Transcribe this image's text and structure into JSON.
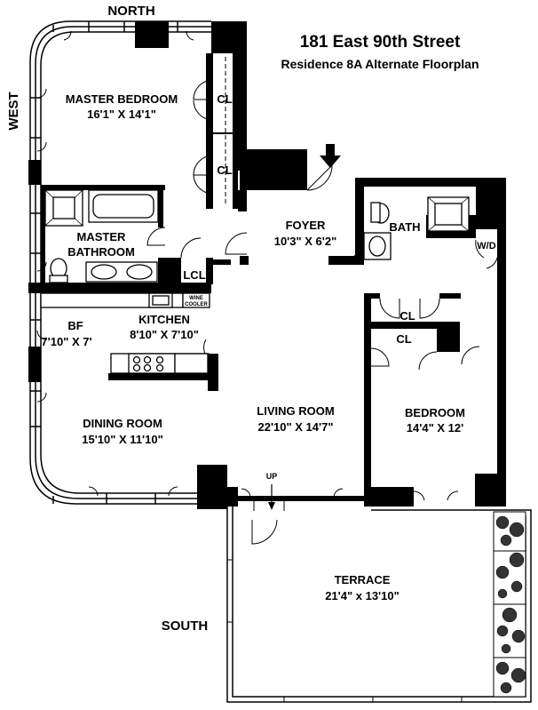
{
  "header": {
    "title": "181 East 90th Street",
    "subtitle": "Residence 8A Alternate Floorplan"
  },
  "compass": {
    "north": "NORTH",
    "west": "WEST",
    "south": "SOUTH"
  },
  "rooms": {
    "master_bedroom": {
      "name": "MASTER BEDROOM",
      "size": "16'1\" X 14'1\""
    },
    "closet_1": {
      "name": "CL"
    },
    "closet_2": {
      "name": "CL"
    },
    "foyer": {
      "name": "FOYER",
      "size": "10'3\" X 6'2\""
    },
    "bath": {
      "name": "BATH"
    },
    "wd": {
      "name": "W/D"
    },
    "master_bathroom": {
      "name_line1": "MASTER",
      "name_line2": "BATHROOM"
    },
    "lcl": {
      "name": "LCL"
    },
    "wine_cooler": {
      "line1": "WINE",
      "line2": "COOLER"
    },
    "closet_3": {
      "name": "CL"
    },
    "closet_4": {
      "name": "CL"
    },
    "breakfast": {
      "name": "BF",
      "size": "7'10\" X 7'"
    },
    "kitchen": {
      "name": "KITCHEN",
      "size": "8'10\" X 7'10\""
    },
    "dining_room": {
      "name": "DINING ROOM",
      "size": "15'10\" X 11'10\""
    },
    "living_room": {
      "name": "LIVING ROOM",
      "size": "22'10\" X 14'7\""
    },
    "bedroom": {
      "name": "BEDROOM",
      "size": "14'4\" X 12'"
    },
    "terrace": {
      "name": "TERRACE",
      "size": "21'4\" x 13'10\""
    }
  },
  "stairs_label": "UP",
  "icons": {
    "entry": "entry-arrow-icon"
  }
}
